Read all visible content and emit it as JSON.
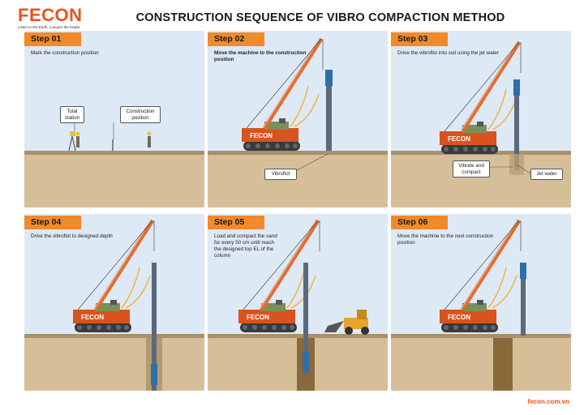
{
  "logo": {
    "text": "FECON",
    "tagline": "Listen to the Earth, conquer the height"
  },
  "title": "CONSTRUCTION SEQUENCE OF VIBRO COMPACTION METHOD",
  "steps": [
    {
      "label": "Step 01",
      "desc": "Mark the construction position",
      "callouts": [
        "Total station",
        "Construction position"
      ]
    },
    {
      "label": "Step 02",
      "desc": "Move the machine to the construction position",
      "callouts": [
        "Vibroflot"
      ]
    },
    {
      "label": "Step 03",
      "desc": "Drive the vibroflot into soil using the jet water",
      "callouts": [
        "Vibrate and compact",
        "Jet water"
      ]
    },
    {
      "label": "Step 04",
      "desc": "Drive the vibroflot to designed depth",
      "callouts": []
    },
    {
      "label": "Step 05",
      "desc": "Load and compact the sand for every 50 cm until reach the designed top EL of the column",
      "callouts": []
    },
    {
      "label": "Step 06",
      "desc": "Move the machine to the next construction position",
      "callouts": []
    }
  ],
  "crane_brand": "FECON",
  "footer": "fecon.com.vn",
  "colors": {
    "accent": "#f18a2b",
    "brand": "#e8541a",
    "sky": "#dde9f5",
    "soil": "#d6bf98",
    "ground": "#a8906a"
  }
}
